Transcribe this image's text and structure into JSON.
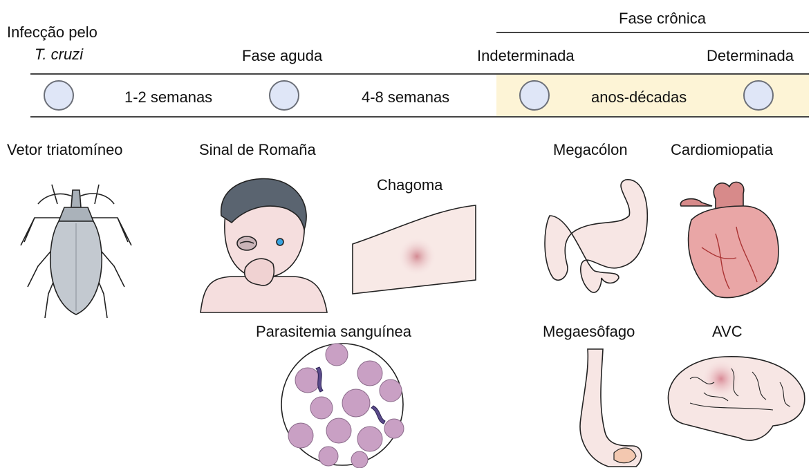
{
  "timeline": {
    "infection_label_line1": "Infecção pelo",
    "infection_label_line2": "T. cruzi",
    "acute_phase": "Fase aguda",
    "chronic_phase": "Fase crônica",
    "indeterminate": "Indeterminada",
    "determinate": "Determinada",
    "interval_1": "1-2 semanas",
    "interval_2": "4-8 semanas",
    "interval_3": "anos-décadas",
    "colors": {
      "marker_fill": "#dfe6f7",
      "chronic_band": "#fdf4d6",
      "lines": "#444444"
    }
  },
  "panels": {
    "vector": "Vetor triatomíneo",
    "romana": "Sinal de Romaña",
    "chagoma": "Chagoma",
    "parasitemia": "Parasitemia sanguínea",
    "megacolon": "Megacólon",
    "cardiomyopathy": "Cardiomiopatia",
    "megaesophagus": "Megaesôfago",
    "stroke": "AVC"
  },
  "icons": [
    "triatomine-bug-icon",
    "child-romana-icon",
    "skin-chagoma-icon",
    "blood-smear-icon",
    "colon-icon",
    "heart-icon",
    "esophagus-icon",
    "brain-icon"
  ]
}
